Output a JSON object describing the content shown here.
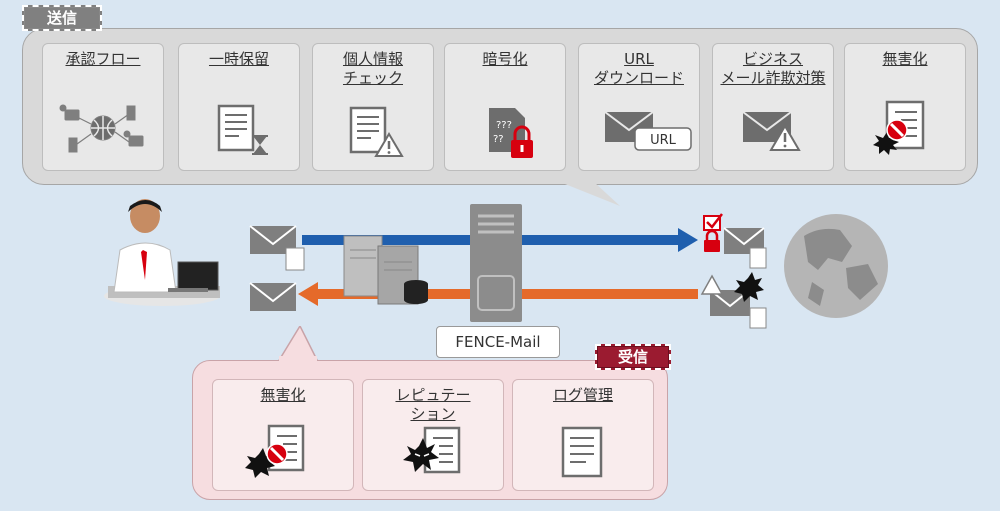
{
  "send": {
    "tag": "送信",
    "features": [
      {
        "label": "承認フロー",
        "icon": "network-approval-icon"
      },
      {
        "label": "一時保留",
        "icon": "document-hourglass-icon"
      },
      {
        "label": "個人情報\nチェック",
        "icon": "document-warning-icon"
      },
      {
        "label": "暗号化",
        "icon": "document-lock-icon"
      },
      {
        "label": "URL\nダウンロード",
        "icon": "mail-url-icon"
      },
      {
        "label": "ビジネス\nメール詐欺対策",
        "icon": "mail-warning-icon"
      },
      {
        "label": "無害化",
        "icon": "document-sanitize-icon"
      }
    ],
    "url_badge": "URL",
    "encrypted_text": "???"
  },
  "receive": {
    "tag": "受信",
    "features": [
      {
        "label": "無害化",
        "icon": "document-sanitize-icon"
      },
      {
        "label": "レピュテー\nション",
        "icon": "document-virus-icon"
      },
      {
        "label": "ログ管理",
        "icon": "document-log-icon"
      }
    ]
  },
  "center": {
    "server_label": "FENCE-Mail"
  },
  "colors": {
    "send_arrow": "#1f5fae",
    "receive_arrow": "#e56a2a",
    "lock_red": "#d7000f",
    "receive_tag": "#9b1b30"
  }
}
